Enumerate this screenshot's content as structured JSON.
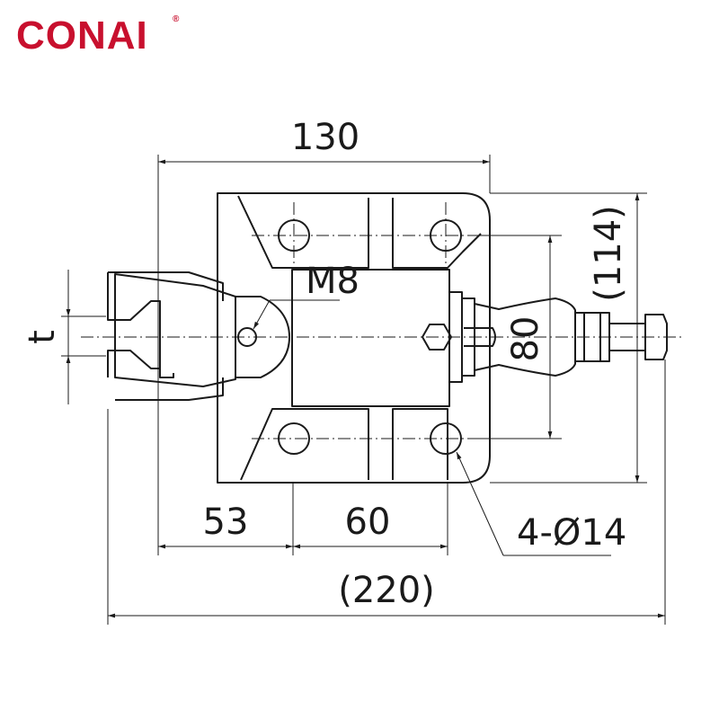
{
  "brand": {
    "name": "CONAI",
    "mark": "®",
    "color": "#c8102e"
  },
  "dimensions": {
    "overall_top": "130",
    "bolt_height": "(114)",
    "bolt_spacing": "80",
    "tip_offset": "53",
    "bolt_pitch": "60",
    "overall_length": "(220)",
    "thread": "M8",
    "holes": "4-Ø14",
    "thickness": "t"
  },
  "colors": {
    "line": "#1a1a1a",
    "background": "#ffffff"
  }
}
